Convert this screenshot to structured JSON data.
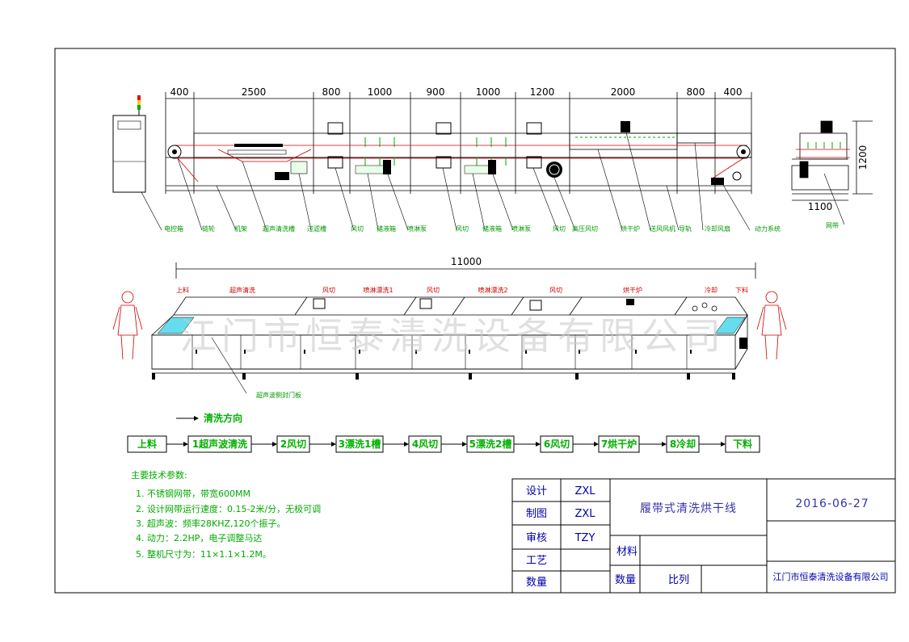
{
  "top_dimensions": [
    "400",
    "2500",
    "800",
    "1000",
    "900",
    "1000",
    "1200",
    "2000",
    "800",
    "400"
  ],
  "side_dimensions": {
    "height": "1200",
    "width": "1100"
  },
  "top_callouts": [
    "电控箱",
    "链轮",
    "机架",
    "超声清洗槽",
    "过滤槽",
    "风切",
    "储液箱",
    "喷淋泵",
    "风切",
    "储液箱",
    "喷淋泵",
    "风切",
    "高压风切",
    "烘干炉",
    "送风风机",
    "导轨",
    "冷却风扇",
    "动力系统",
    "网带"
  ],
  "front_view": {
    "overall_length": "11000",
    "section_labels": [
      "上料",
      "超声清洗",
      "风切",
      "喷淋漂洗1",
      "风切",
      "喷淋漂洗2",
      "风切",
      "烘干炉",
      "冷却",
      "下料"
    ],
    "callout": "超声波侧封门板"
  },
  "watermark": "江门市恒泰清洗设备有限公司",
  "flow": {
    "direction_label": "清洗方向",
    "steps": [
      "上料",
      "1超声波清洗",
      "2风切",
      "3漂洗1槽",
      "4风切",
      "5漂洗2槽",
      "6风切",
      "7烘干炉",
      "8冷却",
      "下料"
    ]
  },
  "specs": {
    "title": "主要技术参数:",
    "items": [
      "1. 不锈钢网带，带宽600MM",
      "2. 设计网带运行速度：0.15-2米/分，无极可调",
      "3. 超声波：频率28KHZ,120个振子。",
      "4. 动力：2.2HP，电子调整马达",
      "5. 整机尺寸为：11×1.1×1.2M。"
    ]
  },
  "title_block": {
    "rows": [
      {
        "label": "设计",
        "value": "ZXL"
      },
      {
        "label": "制图",
        "value": "ZXL"
      },
      {
        "label": "审核",
        "value": "TZY"
      },
      {
        "label": "工艺",
        "value": ""
      },
      {
        "label": "数量",
        "value": ""
      }
    ],
    "drawing_name": "履带式清洗烘干线",
    "date": "2016-06-27",
    "material_label": "材料",
    "quantity_label": "数量",
    "scale_label": "比列",
    "company": "江门市恒泰清洗设备有限公司"
  }
}
